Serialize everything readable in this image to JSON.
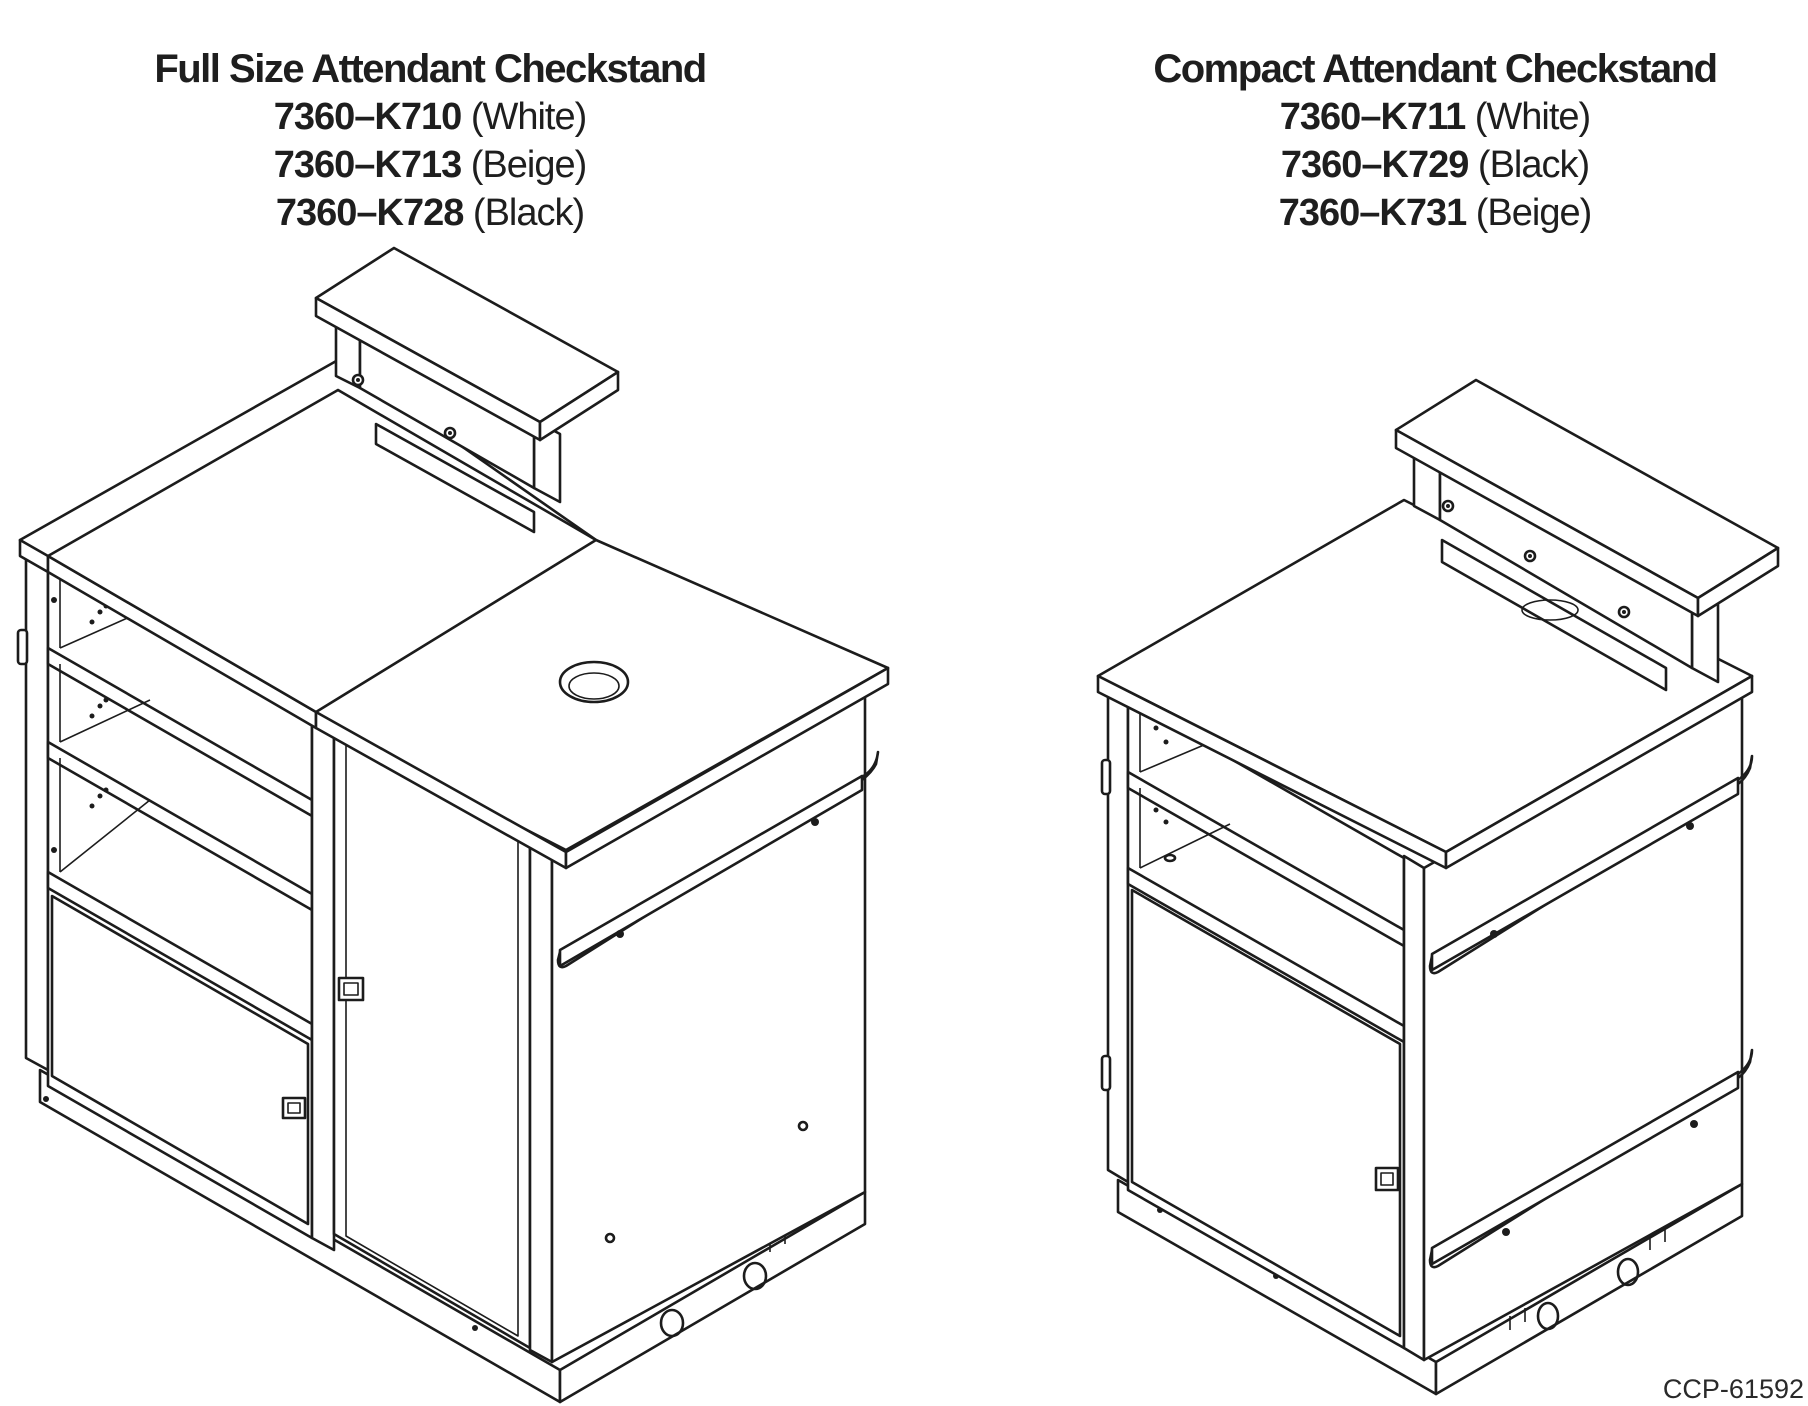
{
  "full_size": {
    "title": "Full Size Attendant Checkstand",
    "variants": [
      {
        "sku": "7360–K710",
        "color": "(White)"
      },
      {
        "sku": "7360–K713",
        "color": "(Beige)"
      },
      {
        "sku": "7360–K728",
        "color": "(Black)"
      }
    ]
  },
  "compact": {
    "title": "Compact Attendant Checkstand",
    "variants": [
      {
        "sku": "7360–K711",
        "color": "(White)"
      },
      {
        "sku": "7360–K729",
        "color": "(Black)"
      },
      {
        "sku": "7360–K731",
        "color": "(Beige)"
      }
    ]
  },
  "figure_id": "CCP-61592"
}
